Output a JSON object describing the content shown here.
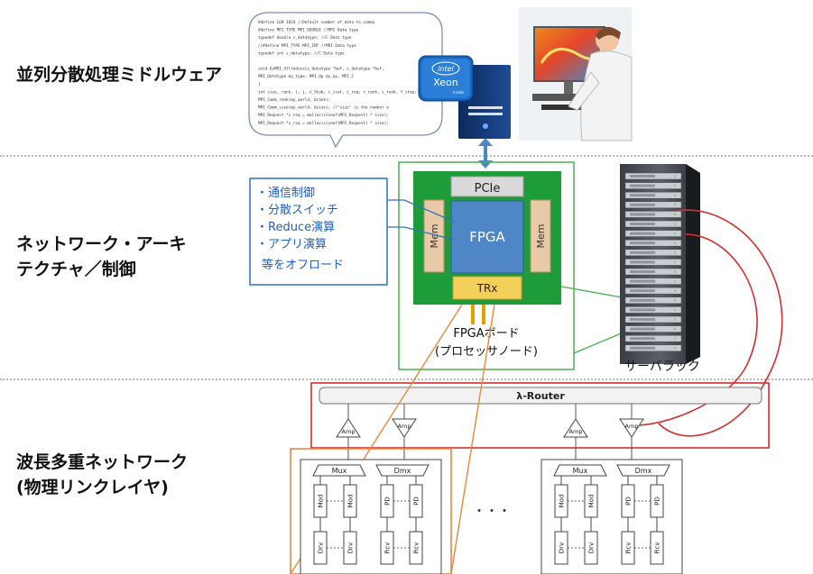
{
  "layers": {
    "middleware": "並列分散処理ミドルウェア",
    "network_line1": "ネットワーク・アーキ",
    "network_line2": "テクチャ／制御",
    "wdm_line1": "波長多重ネットワーク",
    "wdm_line2": "(物理リンクレイヤ)"
  },
  "code_lines": [
    "#define LEN 1024        //Default number of data to commu",
    "#define MPI_TYPE MPI_DOUBLE  //MPI Data type",
    "typedef double c_datatype;   //C Data type",
    "//#define MPI_TYPE MPI_INT   //MPI Data type",
    "typedef int c_datatype;      //C Data type",
    "",
    "void OzMPI_Allreduce(c_datatype *buf, c_datatype *buf,",
    "        MPI_Datatype my_type, MPI_Op my_op, MPI_C",
    "{",
    "int size, rank, i, j, n_Stub, i_isat, i_req, r_rank, s_rank, f_step;",
    "MPI_Comm_rank(my_world, &rank);",
    "MPI_Comm_size(my_world, &size); //\"size\" is the number o",
    "MPI_Request *s_req = malloc(sizeof(MPI_Request) * size);",
    "MPI_Request *s_req = malloc(sizeof(MPI_Request) * size);"
  ],
  "xeon": {
    "brand": "intel",
    "name": "Xeon",
    "sub": "inside"
  },
  "fpga_board": {
    "pcie": "PCIe",
    "fpga": "FPGA",
    "mem_left": "Mem",
    "mem_right": "Mem",
    "trx": "TRx",
    "caption_line1": "FPGAボード",
    "caption_line2": "(プロセッサノード)"
  },
  "offload_box": {
    "items": [
      "・通信制御",
      "・分散スイッチ",
      "・Reduce演算",
      "・アプリ演算"
    ],
    "footer": "等をオフロード"
  },
  "server_rack_label": "サーバラック",
  "router_label": "λ-Router",
  "amp_label": "Amp",
  "mux_label": "Mux",
  "dmx_label": "Dmx",
  "mod_label": "Mod",
  "pd_label": "PD",
  "drv_label": "Drv",
  "rcv_label": "Rcv",
  "ellipsis": "・・・",
  "colors": {
    "board_green": "#1f9c3a",
    "board_outline": "#4caf50",
    "fpga_blue": "#4f86c6",
    "mem_tan": "#e8c9a8",
    "trx_yellow": "#f4cf59",
    "offload_border": "#2e74b5",
    "offload_text": "#1f5fbf",
    "red_line": "#d32f2f",
    "orange_line": "#e58a3c"
  }
}
